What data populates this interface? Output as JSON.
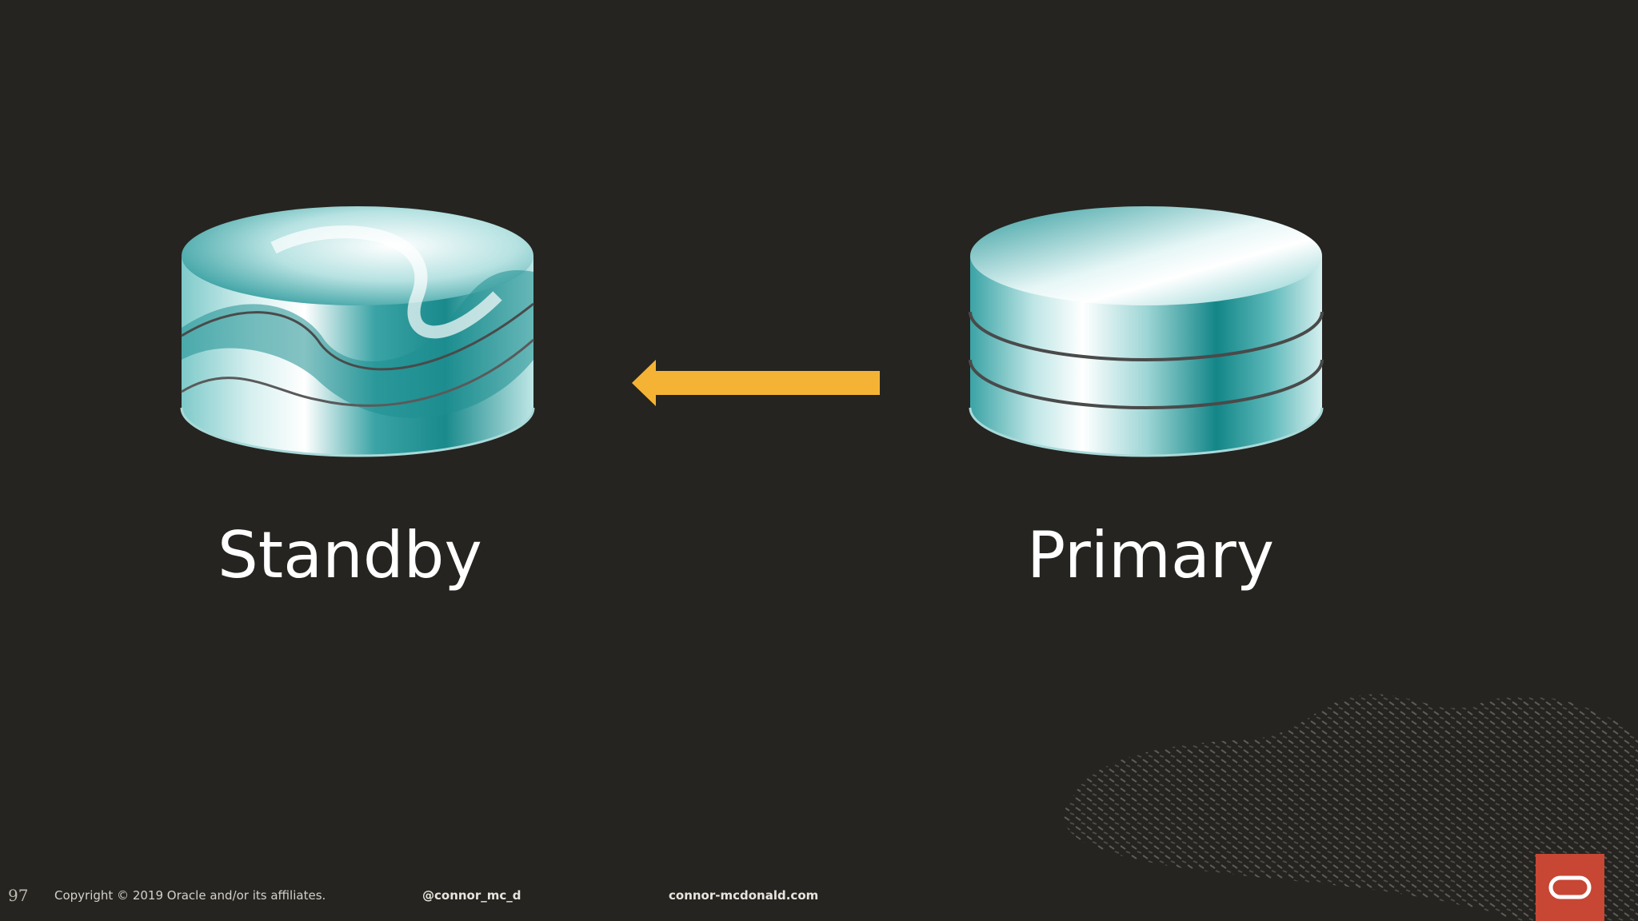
{
  "diagram": {
    "left_db_label": "Standby",
    "right_db_label": "Primary",
    "arrow_direction": "left",
    "arrow_color": "#f5b335"
  },
  "footer": {
    "page_number": "97",
    "copyright": "Copyright © 2019 Oracle and/or its affiliates.",
    "twitter": "@connor_mc_d",
    "website": "connor-mcdonald.com"
  },
  "colors": {
    "background": "#262420",
    "teal": "#1a8a8c",
    "logo_red": "#c74634"
  },
  "icons": {
    "standby_db": "database-swirl-icon",
    "primary_db": "database-stack-icon",
    "logo": "oracle-logo-icon"
  }
}
